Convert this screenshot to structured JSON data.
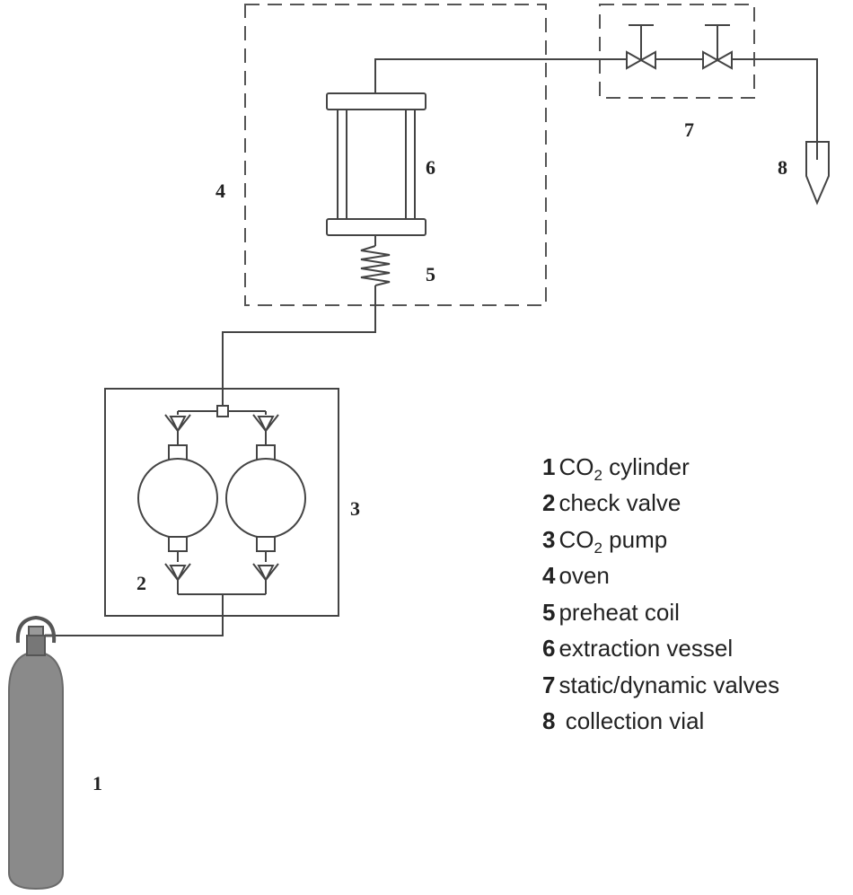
{
  "labels": {
    "l1": "1",
    "l2": "2",
    "l3": "3",
    "l4": "4",
    "l5": "5",
    "l6": "6",
    "l7": "7",
    "l8": "8"
  },
  "legend": [
    {
      "num": "1",
      "text": "CO",
      "sub": "2",
      "rest": " cylinder"
    },
    {
      "num": "2",
      "text": "check valve"
    },
    {
      "num": "3",
      "text": "CO",
      "sub": "2",
      "rest": " pump"
    },
    {
      "num": "4",
      "text": "oven"
    },
    {
      "num": "5",
      "text": "preheat coil"
    },
    {
      "num": "6",
      "text": "extraction vessel"
    },
    {
      "num": "7",
      "text": "static/dynamic valves"
    },
    {
      "num": "8",
      "text": " collection vial"
    }
  ],
  "colors": {
    "line": "#444444",
    "cylinder": "#8a8a8a"
  }
}
